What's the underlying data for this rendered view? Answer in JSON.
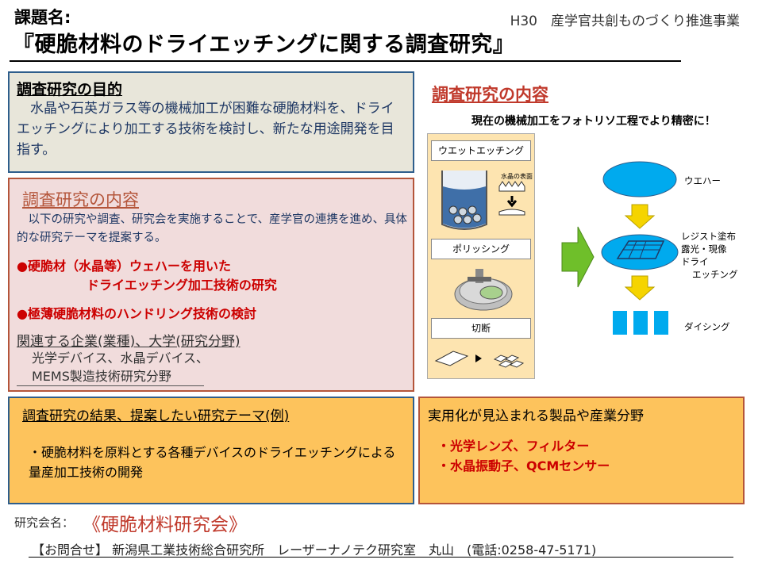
{
  "header": {
    "topic_label": "課題名:",
    "project": "H30　産学官共創ものづくり推進事業",
    "title": "『硬脆材料のドライエッチングに関する調査研究』"
  },
  "purpose": {
    "heading": "調査研究の目的",
    "body": "　水晶や石英ガラス等の機械加工が困難な硬脆材料を、ドライエッチングにより加工する技術を検討し、新たな用途開発を目指す。"
  },
  "content": {
    "heading": "調査研究の内容",
    "body": "　以下の研究や調査、研究会を実施することで、産学官の連携を進め、具体的な研究テーマを提案する。",
    "item1_line1": "硬脆材（水晶等）ウェハーを用いた",
    "item1_line2": "ドライエッチング加工技術の研究",
    "item2": "極薄硬脆材料のハンドリング技術の検討",
    "related_heading": "関連する企業(業種)、大学(研究分野)",
    "related_line1": "光学デバイス、水晶デバイス、",
    "related_line2": "MEMS製造技術研究分野"
  },
  "diagram": {
    "heading": "調査研究の内容",
    "subtitle": "現在の機械加工をフォトリソ工程でより精密に！",
    "steps": [
      "ウエットエッチング",
      "ポリッシング",
      "切断"
    ],
    "crystal_surface_label": "水晶の表面",
    "wafer_label": "ウエハー",
    "process_labels": [
      "レジスト塗布",
      "露光・現像",
      "ドライ",
      "エッチング"
    ],
    "dicing_label": "ダイシング",
    "colors": {
      "wafer": "#00aaee",
      "arrow_green": "#66bb22",
      "arrow_yellow": "#f5d400"
    }
  },
  "results": {
    "heading": "調査研究の結果、提案したい研究テーマ(例)",
    "body": "・硬脆材料を原料とする各種デバイスのドライエッチングによる量産加工技術の開発"
  },
  "practical": {
    "heading": "実用化が見込まれる製品や産業分野",
    "items": [
      "・光学レンズ、フィルター",
      "・水晶振動子、QCMセンサー"
    ]
  },
  "footer": {
    "study_group_label": "研究会名：",
    "study_group": "《硬脆材料研究会》",
    "contact": "【お問合せ】 新潟県工業技術総合研究所　レーザーナノテク研究室　丸山　(電話:0258-47-5171)"
  }
}
